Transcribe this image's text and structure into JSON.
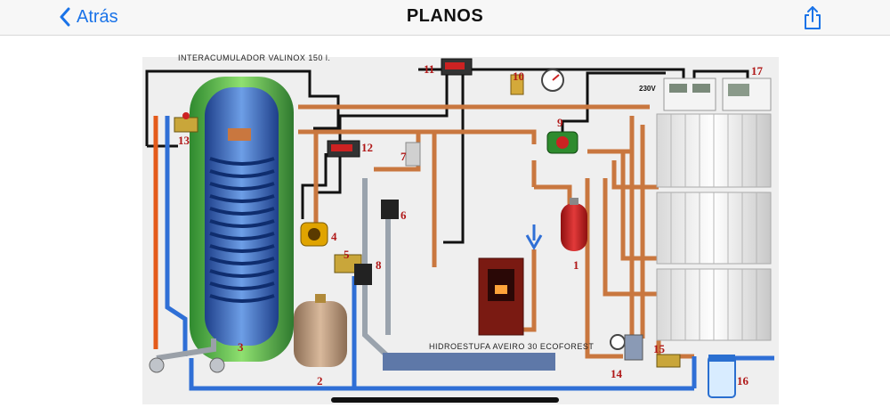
{
  "navbar": {
    "back_label": "Atrás",
    "title": "PLANOS",
    "back_icon": "chevron-left-icon",
    "share_icon": "share-icon",
    "accent_color": "#1a73e8"
  },
  "diagram": {
    "tank_label": "INTERACUMULADOR VALINOX 150 l.",
    "stove_label": "HIDROESTUFA AVEIRO 30 ECOFOREST",
    "voltage_label": "230V",
    "numbers": [
      "1",
      "2",
      "3",
      "4",
      "5",
      "6",
      "7",
      "8",
      "9",
      "10",
      "11",
      "12",
      "13",
      "14",
      "15",
      "16",
      "17"
    ]
  }
}
